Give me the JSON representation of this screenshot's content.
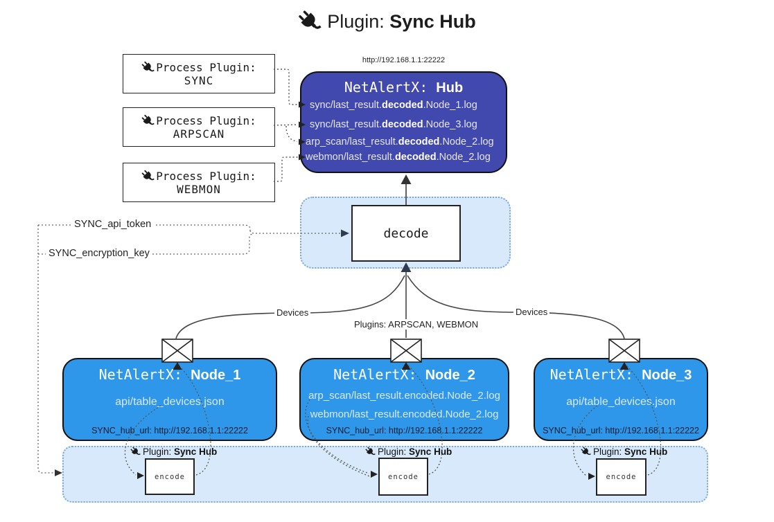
{
  "title": {
    "prefix": "Plugin:",
    "name": "Sync Hub"
  },
  "colors": {
    "hub_fill": "#4149AF",
    "node_fill": "#2E97E9",
    "band_fill": "#D7E9FA",
    "band_border": "#7CA7CF"
  },
  "process_plugins": [
    {
      "label": "Process Plugin:",
      "name": "SYNC"
    },
    {
      "label": "Process Plugin:",
      "name": "ARPSCAN"
    },
    {
      "label": "Process Plugin:",
      "name": "WEBMON"
    }
  ],
  "hub": {
    "url": "http://192.168.1.1:22222",
    "title_prefix": "NetAlertX: ",
    "title_name": "Hub",
    "logs": [
      {
        "pre": "sync/last_result.",
        "bold": "decoded",
        "post": ".Node_1.log"
      },
      {
        "pre": "sync/last_result.",
        "bold": "decoded",
        "post": ".Node_3.log"
      },
      {
        "pre": "arp_scan/last_result.",
        "bold": "decoded",
        "post": ".Node_2.log"
      },
      {
        "pre": "webmon/last_result.",
        "bold": "decoded",
        "post": ".Node_2.log"
      }
    ]
  },
  "decode": {
    "label": "decode"
  },
  "config": {
    "api_token": "SYNC_api_token",
    "encryption_key": "SYNC_encryption_key"
  },
  "edges": {
    "devices_left": "Devices",
    "devices_right": "Devices",
    "plugins_mid": "Plugins: ARPSCAN, WEBMON"
  },
  "nodes": [
    {
      "title_prefix": "NetAlertX: ",
      "title_name": "Node_1",
      "lines": [
        "api/table_devices.json"
      ],
      "hub_url": "SYNC_hub_url: http://192.168.1.1:22222"
    },
    {
      "title_prefix": "NetAlertX: ",
      "title_name": "Node_2",
      "lines": [
        "arp_scan/last_result.encoded.Node_2.log",
        "webmon/last_result.encoded.Node_2.log"
      ],
      "hub_url": "SYNC_hub_url: http://192.168.1.1:22222"
    },
    {
      "title_prefix": "NetAlertX: ",
      "title_name": "Node_3",
      "lines": [
        "api/table_devices.json"
      ],
      "hub_url": "SYNC_hub_url: http://192.168.1.1:22222"
    }
  ],
  "encoders": [
    {
      "plugin_prefix": "Plugin:",
      "plugin_name": "Sync Hub",
      "label": "encode"
    },
    {
      "plugin_prefix": "Plugin:",
      "plugin_name": "Sync Hub",
      "label": "encode"
    },
    {
      "plugin_prefix": "Plugin:",
      "plugin_name": "Sync Hub",
      "label": "encode"
    }
  ]
}
